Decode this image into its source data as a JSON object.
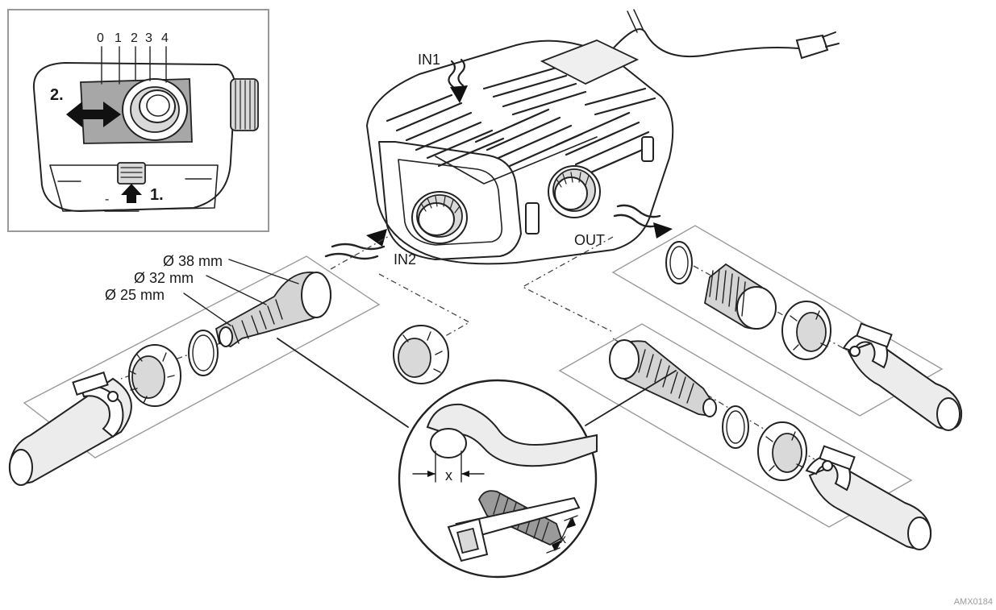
{
  "inset": {
    "scale_marks": [
      "0",
      "1",
      "2",
      "3",
      "4"
    ],
    "step_1": "1.",
    "step_2": "2.",
    "minus_sign": "-"
  },
  "labels": {
    "in1": "IN1",
    "in2": "IN2",
    "out": "OUT",
    "dia_38": "Ø 38 mm",
    "dia_32": "Ø 32 mm",
    "dia_25": "Ø 25 mm",
    "x_top": "x",
    "x_bottom": "x"
  },
  "reference_code": "AMX0184",
  "icons": [
    "double-arrow-icon",
    "up-arrow-icon",
    "flow-arrow-icon",
    "power-plug-icon",
    "hose-clamp-icon"
  ]
}
